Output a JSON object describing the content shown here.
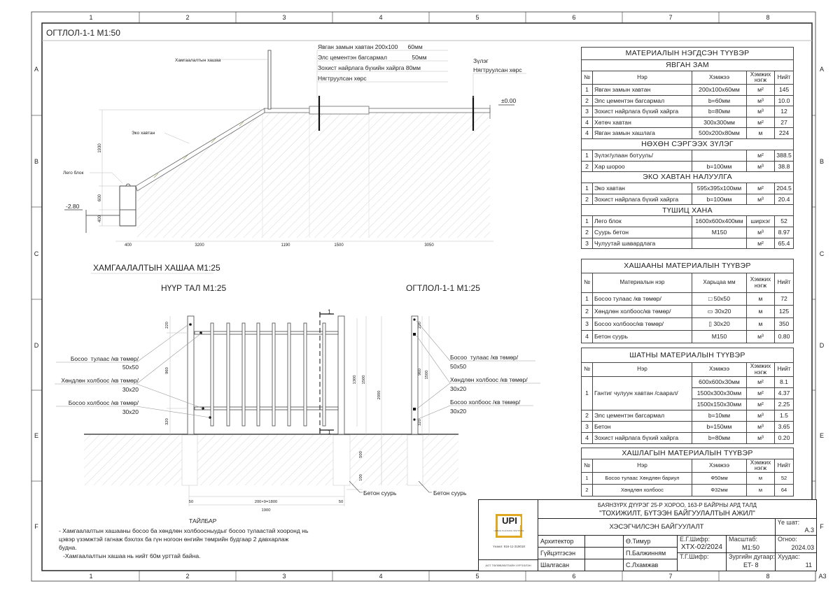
{
  "frame": {
    "columns": [
      "1",
      "2",
      "3",
      "4",
      "5",
      "6",
      "7",
      "8"
    ],
    "rows": [
      "A",
      "B",
      "C",
      "D",
      "E",
      "F"
    ],
    "format": "A3"
  },
  "section_top": {
    "title": "ОГТЛОЛ-1-1 M1:50",
    "labels": {
      "fence": "Хамгаалалтын хашаа",
      "eco": "Эко хавтан",
      "lego": "Лего блок",
      "grass": "Зүлэг",
      "soil": "Нягтруулсан хөрс"
    },
    "layers": [
      "Явган замын хавтан 200x100      60мм",
      "Элс цементэн багсармал               50мм",
      "Зохист найрлага бүхийн хайрга 80мм",
      "Нягтруулсан хөрс"
    ],
    "elev_top": "±0.00",
    "elev_bottom": "-2.80",
    "dims_h": [
      "400",
      "3200",
      "1190",
      "1500",
      "3050"
    ],
    "dims_v": [
      "1930",
      "600",
      "400"
    ]
  },
  "fence": {
    "title": "ХАМГААЛАЛТЫН ХАШАА M1:25",
    "front_title": "НҮҮР ТАЛ M1:25",
    "section_title": "ОГТЛОЛ-1-1 M1:25",
    "cut_mark": "1",
    "labels": [
      {
        "l1": "Босоо  тулаас /кв төмөр/",
        "l2": "50x50"
      },
      {
        "l1": "Хөндлөн холбоос /кв төмөр/",
        "l2": "30x20"
      },
      {
        "l1": "Босоо холбоос /кв төмөр/",
        "l2": "30x20"
      }
    ],
    "concrete": "Бетон суурь",
    "dims": {
      "top": "220",
      "mid": "960",
      "bot": "320",
      "h1300": "1300",
      "h1500": "1500",
      "h2000": "2000",
      "d500": "500",
      "d100": "100",
      "w50a": "50",
      "w1800": "200×9=1800",
      "w50b": "50",
      "w1900": "1900",
      "s220": "220",
      "s960": "960",
      "s320": "320",
      "s1500": "1500"
    }
  },
  "notes": {
    "title": "ТАЙЛБАР",
    "lines": [
      "- Хамгаалалтын хашааны босоо ба хөндлөн холбоосныудыг босоо тулаастай хооронд нь",
      "цэвэр үзэмжтэй гагнаж бэхлэх ба гүн ногоон өнгийн төмрийн будгаар 2 давхарлаж",
      "будна.",
      "-Хамгаалалтын хашаа нь нийт 60м урттай байна."
    ]
  },
  "tables": {
    "summary": {
      "title": "МАТЕРИАЛЫН НЭГДСЭН ТҮҮВЭР",
      "headers": [
        "№",
        "Нэр",
        "Хэмжээ",
        "Хэмжих нэгж",
        "Нийт"
      ],
      "groups": [
        {
          "name": "ЯВГАН ЗАМ",
          "rows": [
            [
              "1",
              "Явган замын хавтан",
              "200x100x60мм",
              "м²",
              "145"
            ],
            [
              "2",
              "Элс цементэн багсармал",
              "b=60мм",
              "м³",
              "10.0"
            ],
            [
              "3",
              "Зохист найрлага бүхий хайрга",
              "b=80мм",
              "м³",
              "12"
            ],
            [
              "4",
              "Хөтөч хавтан",
              "300x300мм",
              "м²",
              "27"
            ],
            [
              "4",
              "Явган замын хашлага",
              "500x200x80мм",
              "м",
              "224"
            ]
          ]
        },
        {
          "name": "НӨХӨН СЭРГЭЭХ ЗҮЛЭГ",
          "rows": [
            [
              "1",
              "Зүлэг/улаан ботууль/",
              "",
              "м²",
              "388.5"
            ],
            [
              "2",
              " Хар шороо",
              "b=100мм",
              "м³",
              "38.8"
            ]
          ]
        },
        {
          "name": "ЭКО ХАВТАН НАЛУУЛГА",
          "rows": [
            [
              "1",
              "Эко хавтан",
              "595x395x100мм",
              "м²",
              "204.5"
            ],
            [
              "2",
              "Зохист найрлага бүхий хайрга",
              "b=100мм",
              "м³",
              "20.4"
            ]
          ]
        },
        {
          "name": "ТҮШИЦ ХАНА",
          "rows": [
            [
              "1",
              " Лего блок",
              "1600x600x400мм",
              "ширхэг",
              "52"
            ],
            [
              "2",
              " Суурь бетон",
              "M150",
              "м³",
              "8.97"
            ],
            [
              "3",
              " Чулуутай шавардлага",
              "",
              "м²",
              "65.4"
            ]
          ]
        }
      ]
    },
    "fence": {
      "title": "ХАШААНЫ МАТЕРИАЛЫН ТҮҮВЭР",
      "headers": [
        "№",
        "Материалын нэр",
        "Харьцаа мм",
        "Хэмжих нэгж",
        "Нийт"
      ],
      "rows": [
        [
          "1",
          "Босоо тулаас /кв төмөр/",
          "□  50x50",
          "м",
          "72"
        ],
        [
          "2",
          "Хөндлөн холбоос/кв төмөр/",
          "▭  30x20",
          "м",
          "125"
        ],
        [
          "3",
          "Босоо холбоос/кв төмөр/",
          "▯  30x20",
          "м",
          "350"
        ],
        [
          "4",
          " Бетон суурь",
          "M150",
          "м³",
          "0.80"
        ]
      ]
    },
    "stairs": {
      "title": "ШАТНЫ МАТЕРИАЛЫН ТҮҮВЭР",
      "headers": [
        "№",
        "Нэр",
        "Хэмжээ",
        "Хэмжих нэгж",
        "Нийт"
      ],
      "rows": [
        [
          "1",
          "Гантиг чулуун хавтан /саарал/",
          "600x600x30мм",
          "м²",
          "8.1"
        ],
        [
          "",
          "",
          "1500x300x30мм",
          "м²",
          "4.37"
        ],
        [
          "",
          "",
          "1500x150x30мм",
          "м²",
          "2.25"
        ],
        [
          "2",
          "Элс цементэн багсармал",
          "b=10мм",
          "м³",
          "1.5"
        ],
        [
          "3",
          "Бетон",
          "b=150мм",
          "м³",
          "3.65"
        ],
        [
          "4",
          "Зохист найрлага бүхий хайрга",
          "b=80мм",
          "м³",
          "0.20"
        ]
      ]
    },
    "railing": {
      "title": "ХАШЛАГЫН МАТЕРИАЛЫН ТҮҮВЭР",
      "headers": [
        "№",
        "Нэр",
        "Хэмжээ",
        "Хэмжих нэгж",
        "Нийт"
      ],
      "rows": [
        [
          "1",
          "Босоо тулаас Хөндлөн бариул",
          "Ф50мм",
          "м",
          "52"
        ],
        [
          "2",
          "Хөндлөн холбоос",
          "Ф32мм",
          "м",
          "64"
        ]
      ]
    }
  },
  "title_block": {
    "logo_text": "UPI",
    "logo_sub": "URBAN PLANNING INSTITUTE",
    "license": "Үнэмл: 916-11-319018",
    "org": "АОТ ТӨЛӨВЛӨЛТИЙН ХҮРЭЭЛЭН",
    "location": "БАЯНЗҮРХ ДҮҮРЭГ 25-Р ХОРОО, 163-Р БАЙРНЫ АРД ТАЛД",
    "project": "\"ТОХИЖИЛТ, БҮТЭЭН БАЙГУУЛАЛТЫН АЖИЛ\"",
    "sheet_title": "ХЭСЭГЧИЛСЭН БАЙГУУЛАЛТ",
    "stage_label": "Үе шат:",
    "stage": "А.3",
    "roles": [
      {
        "role": "Архитектор",
        "name": "Ө.Тимур"
      },
      {
        "role": "Гүйцэтгэсэн",
        "name": "П.Балжинням"
      },
      {
        "role": "Шалгасан",
        "name": "С.Лхамжав"
      }
    ],
    "eg_label": "Е.Г.Шифр:",
    "eg": "ХТХ-02/2024",
    "tg_label": "Т.Г.Шифр:",
    "scale_label": "Масштаб:",
    "scale": "M1:50",
    "drawing_no_label": "Зургийн дугаар:",
    "drawing_no": "ET- 8",
    "date_label": "Огноо:",
    "date": "2024.03",
    "page_label": "Хуудас:",
    "page": "11"
  }
}
